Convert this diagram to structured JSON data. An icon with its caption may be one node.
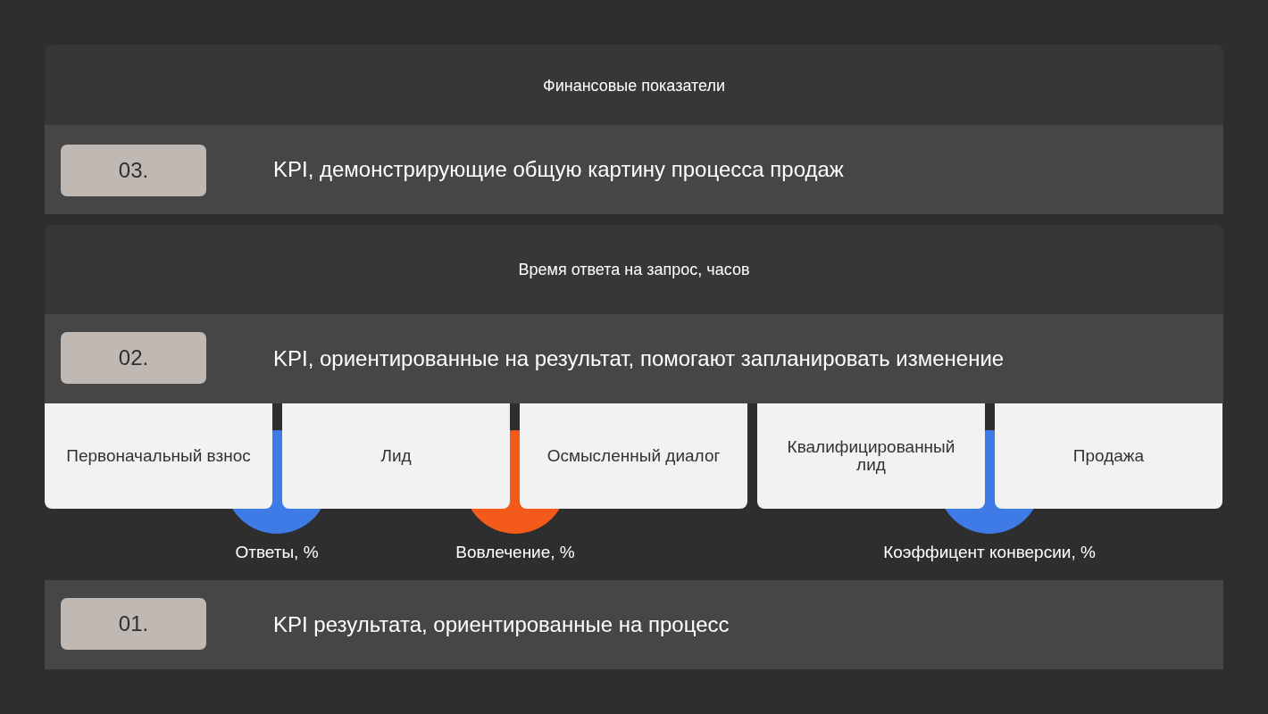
{
  "diagram": {
    "nodes": [
      {
        "text": [
          "Финансовые показатели"
        ]
      },
      {
        "text": [
          "KPI, демонстрирующие общую картину процесса продаж"
        ],
        "in": 0
      },
      {
        "text": [
          "03."
        ],
        "in": 1
      },
      {
        "text": [
          "Время ответа на запрос, часов"
        ]
      },
      {
        "text": [
          "KPI, ориентированные на результат, помогают запланировать изменение"
        ],
        "in": 3
      },
      {
        "text": [
          "02."
        ],
        "in": 4
      },
      {
        "text": [],
        "shape": "circle",
        "beside": [
          "Ответы, %"
        ]
      },
      {
        "text": [],
        "shape": "circle",
        "beside": [
          "Вовлечение, %"
        ]
      },
      {
        "text": [],
        "shape": "circle",
        "beside": [
          "Коэффицент конверсии, %"
        ]
      },
      {
        "text": [
          "Первоначальный взнос"
        ]
      },
      {
        "text": [
          "Лид"
        ]
      },
      {
        "text": [
          "Осмысленный диалог"
        ]
      },
      {
        "text": [
          "Квалифицированный лид"
        ]
      },
      {
        "text": [
          "Продажа"
        ]
      },
      {
        "text": [
          "KPI результата, ориентированные на процесс"
        ]
      },
      {
        "text": [
          "01."
        ],
        "in": 14
      }
    ],
    "edges": []
  }
}
